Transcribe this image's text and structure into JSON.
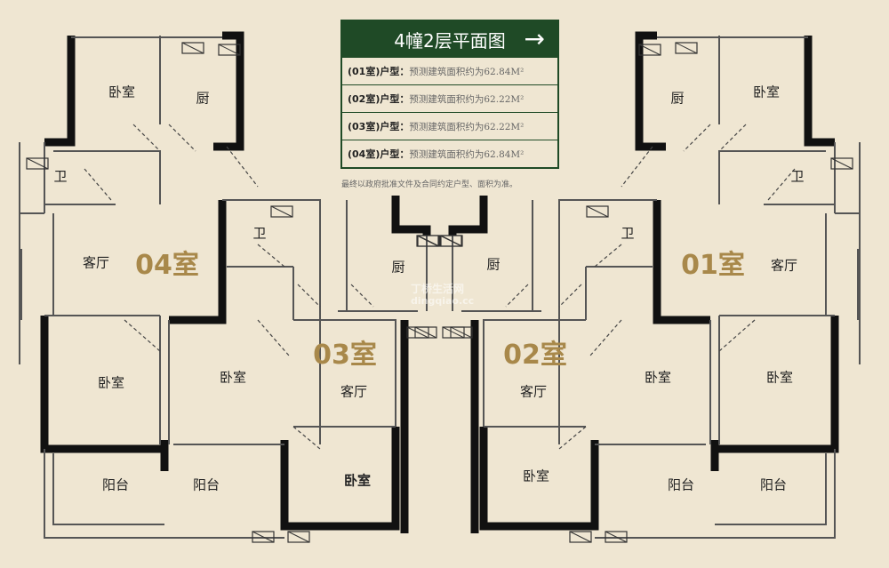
{
  "legend": {
    "title": "4幢2层平面图",
    "arrow_icon": "arrow-right",
    "rows": [
      {
        "type": "(01室)户型：",
        "area": "预测建筑面积约为62.84M²"
      },
      {
        "type": "(02室)户型：",
        "area": "预测建筑面积约为62.22M²"
      },
      {
        "type": "(03室)户型：",
        "area": "预测建筑面积约为62.22M²"
      },
      {
        "type": "(04室)户型：",
        "area": "预测建筑面积约为62.84M²"
      }
    ],
    "note": "最终以政府批准文件及合同约定户型、面积为准。"
  },
  "units": {
    "u01": "01室",
    "u02": "02室",
    "u03": "03室",
    "u04": "04室"
  },
  "rooms": {
    "bedroom": "卧室",
    "kitchen": "厨",
    "bath": "卫",
    "living": "客厅",
    "balcony": "阳台"
  },
  "watermark": {
    "cn": "丁桥生活网",
    "en": "dingqiao.cc"
  },
  "colors": {
    "wall": "#111111",
    "accent": "#a8884a",
    "legend": "#1f4a26",
    "background": "#efe6d2"
  }
}
